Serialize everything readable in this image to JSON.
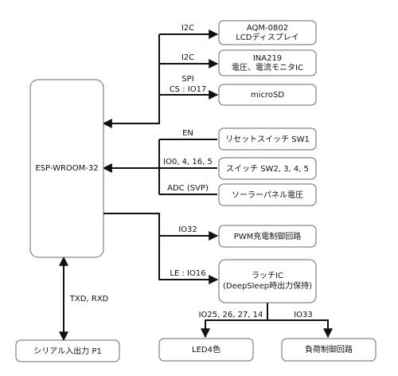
{
  "mcu": {
    "label": "ESP-WROOM-32"
  },
  "boxes": {
    "aqm_line1": "AQM-0802",
    "aqm_line2": "LCDディスプレイ",
    "ina_line1": "INA219",
    "ina_line2": "電圧、電流モニタIC",
    "microsd": "microSD",
    "reset": "リセットスイッチ SW1",
    "switch": "スイッチ SW2, 3, 4, 5",
    "solar": "ソーラーパネル電圧",
    "pwm": "PWM充電制御回路",
    "latch_line1": "ラッチIC",
    "latch_line2": "(DeepSleep時出力保持)",
    "serial": "シリアル入出力 P1",
    "led": "LED4色",
    "load": "負荷制御回路"
  },
  "labels": {
    "i2c_1": "I2C",
    "i2c_2": "I2C",
    "spi_1": "SPI",
    "spi_2": "CS : IO17",
    "en": "EN",
    "io_switch": "IO0, 4, 16, 5",
    "adc": "ADC (SVP)",
    "io32": "IO32",
    "le": "LE : IO16",
    "txrx": "TXD, RXD",
    "io_led": "IO25, 26, 27, 14",
    "io33": "IO33"
  }
}
